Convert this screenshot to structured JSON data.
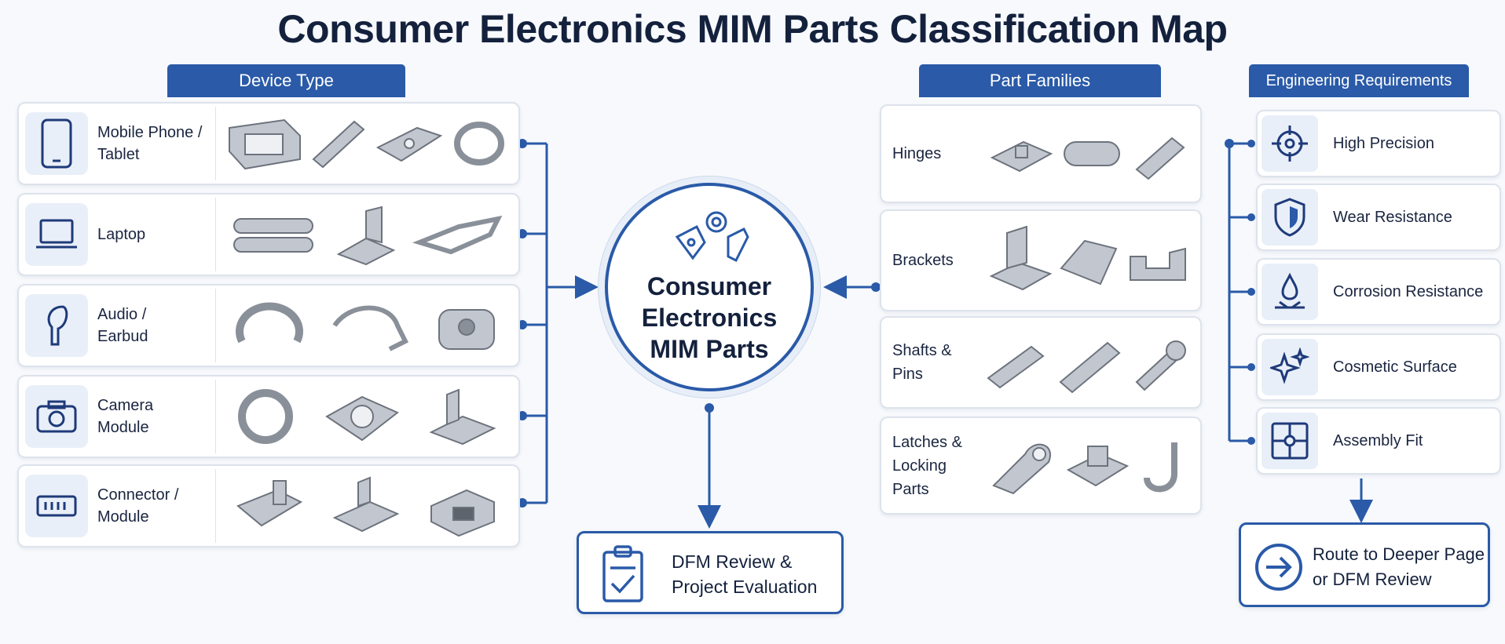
{
  "title": "Consumer Electronics MIM Parts Classification Map",
  "colors": {
    "accent": "#2a5aa8",
    "header_bg": "#2a5aa8",
    "metal": "#b9bec6"
  },
  "sections": {
    "device_type": "Device Type",
    "part_families": "Part Families",
    "engineering_requirements": "Engineering Requirements"
  },
  "devices": [
    {
      "label": "Mobile Phone /\nTablet",
      "icon": "phone-icon"
    },
    {
      "label": "Laptop",
      "icon": "laptop-icon"
    },
    {
      "label": "Audio /\nEarbud",
      "icon": "earbud-icon"
    },
    {
      "label": "Camera\nModule",
      "icon": "camera-icon"
    },
    {
      "label": "Connector /\nModule",
      "icon": "connector-icon"
    }
  ],
  "center": {
    "label": "Consumer\nElectronics\nMIM Parts",
    "icon": "gears-parts-icon"
  },
  "families": [
    {
      "label": "Hinges"
    },
    {
      "label": "Brackets"
    },
    {
      "label": "Shafts & Pins"
    },
    {
      "label": "Latches &\nLocking Parts"
    }
  ],
  "requirements": [
    {
      "label": "High Precision",
      "icon": "crosshair-icon"
    },
    {
      "label": "Wear Resistance",
      "icon": "shield-icon"
    },
    {
      "label": "Corrosion Resistance",
      "icon": "droplet-icon"
    },
    {
      "label": "Cosmetic Surface",
      "icon": "sparkle-icon"
    },
    {
      "label": "Assembly Fit",
      "icon": "puzzle-icon"
    }
  ],
  "outputs": {
    "dfm": {
      "label": "DFM Review &\nProject Evaluation",
      "icon": "clipboard-check-icon"
    },
    "route": {
      "label": "Route to Deeper Page\nor DFM Review",
      "icon": "arrow-circle-icon"
    }
  }
}
